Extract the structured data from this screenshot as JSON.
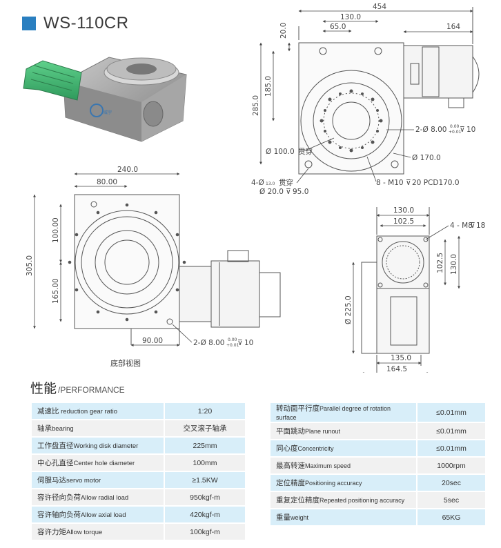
{
  "header": {
    "model": "WS-110CR"
  },
  "colors": {
    "accent": "#2a7fc0",
    "row_blue": "#d8eef9",
    "row_gray": "#f1f1f1"
  },
  "drawing": {
    "top_view": {
      "dim_454": "454",
      "dim_130": "130.0",
      "dim_65": "65.0",
      "dim_164": "164",
      "dim_20": "20.0",
      "dim_185": "185.0",
      "dim_285": "285.0",
      "hole_label": "2-Ø 8.00",
      "hole_tol_up": "0.00",
      "hole_tol_dn": "+0.01",
      "hole_depth": "10",
      "d100": "Ø 100.0",
      "through": "贯穿",
      "d170": "Ø 170.0",
      "m4": "4-Ø",
      "m4_small": "13.0",
      "m4_through": "贯穿",
      "m4_cb": "Ø 20.0",
      "m4_depth": "95.0",
      "m10": "8 - M10",
      "m10_depth": "20 PCD170.0"
    },
    "bottom_view": {
      "dim_240": "240.0",
      "dim_80": "80.00",
      "dim_100": "100.00",
      "dim_305": "305.0",
      "dim_165": "165.00",
      "dim_90": "90.00",
      "hole_label": "2-Ø 8.00",
      "hole_tol_up": "0.00",
      "hole_tol_dn": "+0.01",
      "hole_depth": "10",
      "caption": "底部视图"
    },
    "side_view": {
      "dim_130": "130.0",
      "dim_102": "102.5",
      "m8": "4 - M8",
      "m8_depth": "18",
      "v102": "102.5",
      "v130": "130.0",
      "d225": "Ø 225.0",
      "dim_135": "135.0",
      "dim_164": "164.5"
    }
  },
  "performance": {
    "title_cn": "性能",
    "title_en": "/PERFORMANCE",
    "left": [
      {
        "cn": "减速比",
        "en": " reduction gear ratio",
        "value": "1:20"
      },
      {
        "cn": "轴承",
        "en": "bearing",
        "value": "交叉滚子轴承"
      },
      {
        "cn": "工作盘直径",
        "en": "Working disk diameter",
        "value": "225mm"
      },
      {
        "cn": "中心孔直径",
        "en": "Center hole diameter",
        "value": "100mm"
      },
      {
        "cn": "伺服马达",
        "en": "servo motor",
        "value": "≥1.5KW"
      },
      {
        "cn": "容许径向负荷",
        "en": "Allow radial load",
        "value": "950kgf-m"
      },
      {
        "cn": "容许轴向负荷",
        "en": "Allow axial load",
        "value": "420kgf-m"
      },
      {
        "cn": "容许力矩",
        "en": "Allow torque",
        "value": "100kgf-m"
      }
    ],
    "right": [
      {
        "cn": "转动面平行度",
        "en": "Parallel degree of rotation surface",
        "value": "≤0.01mm"
      },
      {
        "cn": "平面跳动",
        "en": "Plane runout",
        "value": "≤0.01mm"
      },
      {
        "cn": "同心度",
        "en": "Concentricity",
        "value": "≤0.01mm"
      },
      {
        "cn": "最高转速",
        "en": "Maximum speed",
        "value": "1000rpm"
      },
      {
        "cn": "定位精度",
        "en": "Positioning accuracy",
        "value": "20sec"
      },
      {
        "cn": "重复定位精度",
        "en": "Repeated positioning accuracy",
        "value": "5sec"
      },
      {
        "cn": "重量",
        "en": "weight",
        "value": "65KG"
      }
    ]
  }
}
